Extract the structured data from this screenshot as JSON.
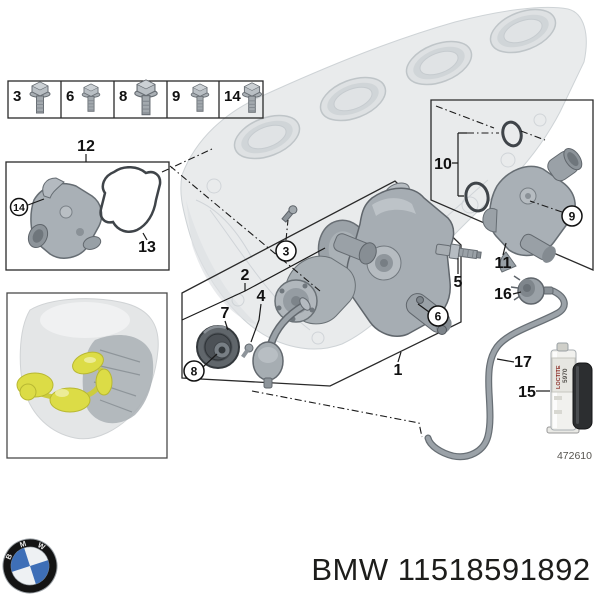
{
  "fastener_table": {
    "cells": [
      {
        "ref": "3",
        "icon": "hex-bolt"
      },
      {
        "ref": "6",
        "icon": "hex-bolt"
      },
      {
        "ref": "8",
        "icon": "hex-bolt"
      },
      {
        "ref": "9",
        "icon": "hex-bolt"
      },
      {
        "ref": "14",
        "icon": "hex-bolt"
      }
    ]
  },
  "diagram": {
    "callouts": {
      "n1": "1",
      "n2": "2",
      "n3": "3",
      "n4": "4",
      "n5": "5",
      "n6": "6",
      "n7": "7",
      "n8": "8",
      "n9": "9",
      "n10": "10",
      "n11": "11",
      "n12": "12",
      "n13": "13",
      "n14": "14",
      "n15": "15",
      "n16": "16",
      "n17": "17"
    },
    "drawing_number": "472610",
    "sealant": {
      "brand": "LOCTITE",
      "code": "5970"
    }
  },
  "footer": {
    "label": "BMW 11518591892",
    "logo_letters": [
      "B",
      "M",
      "W"
    ]
  },
  "colors": {
    "highlight_yellow": "#dcdc46",
    "logo_blue": "#3e6fb7",
    "line": "#1a1a1a"
  }
}
